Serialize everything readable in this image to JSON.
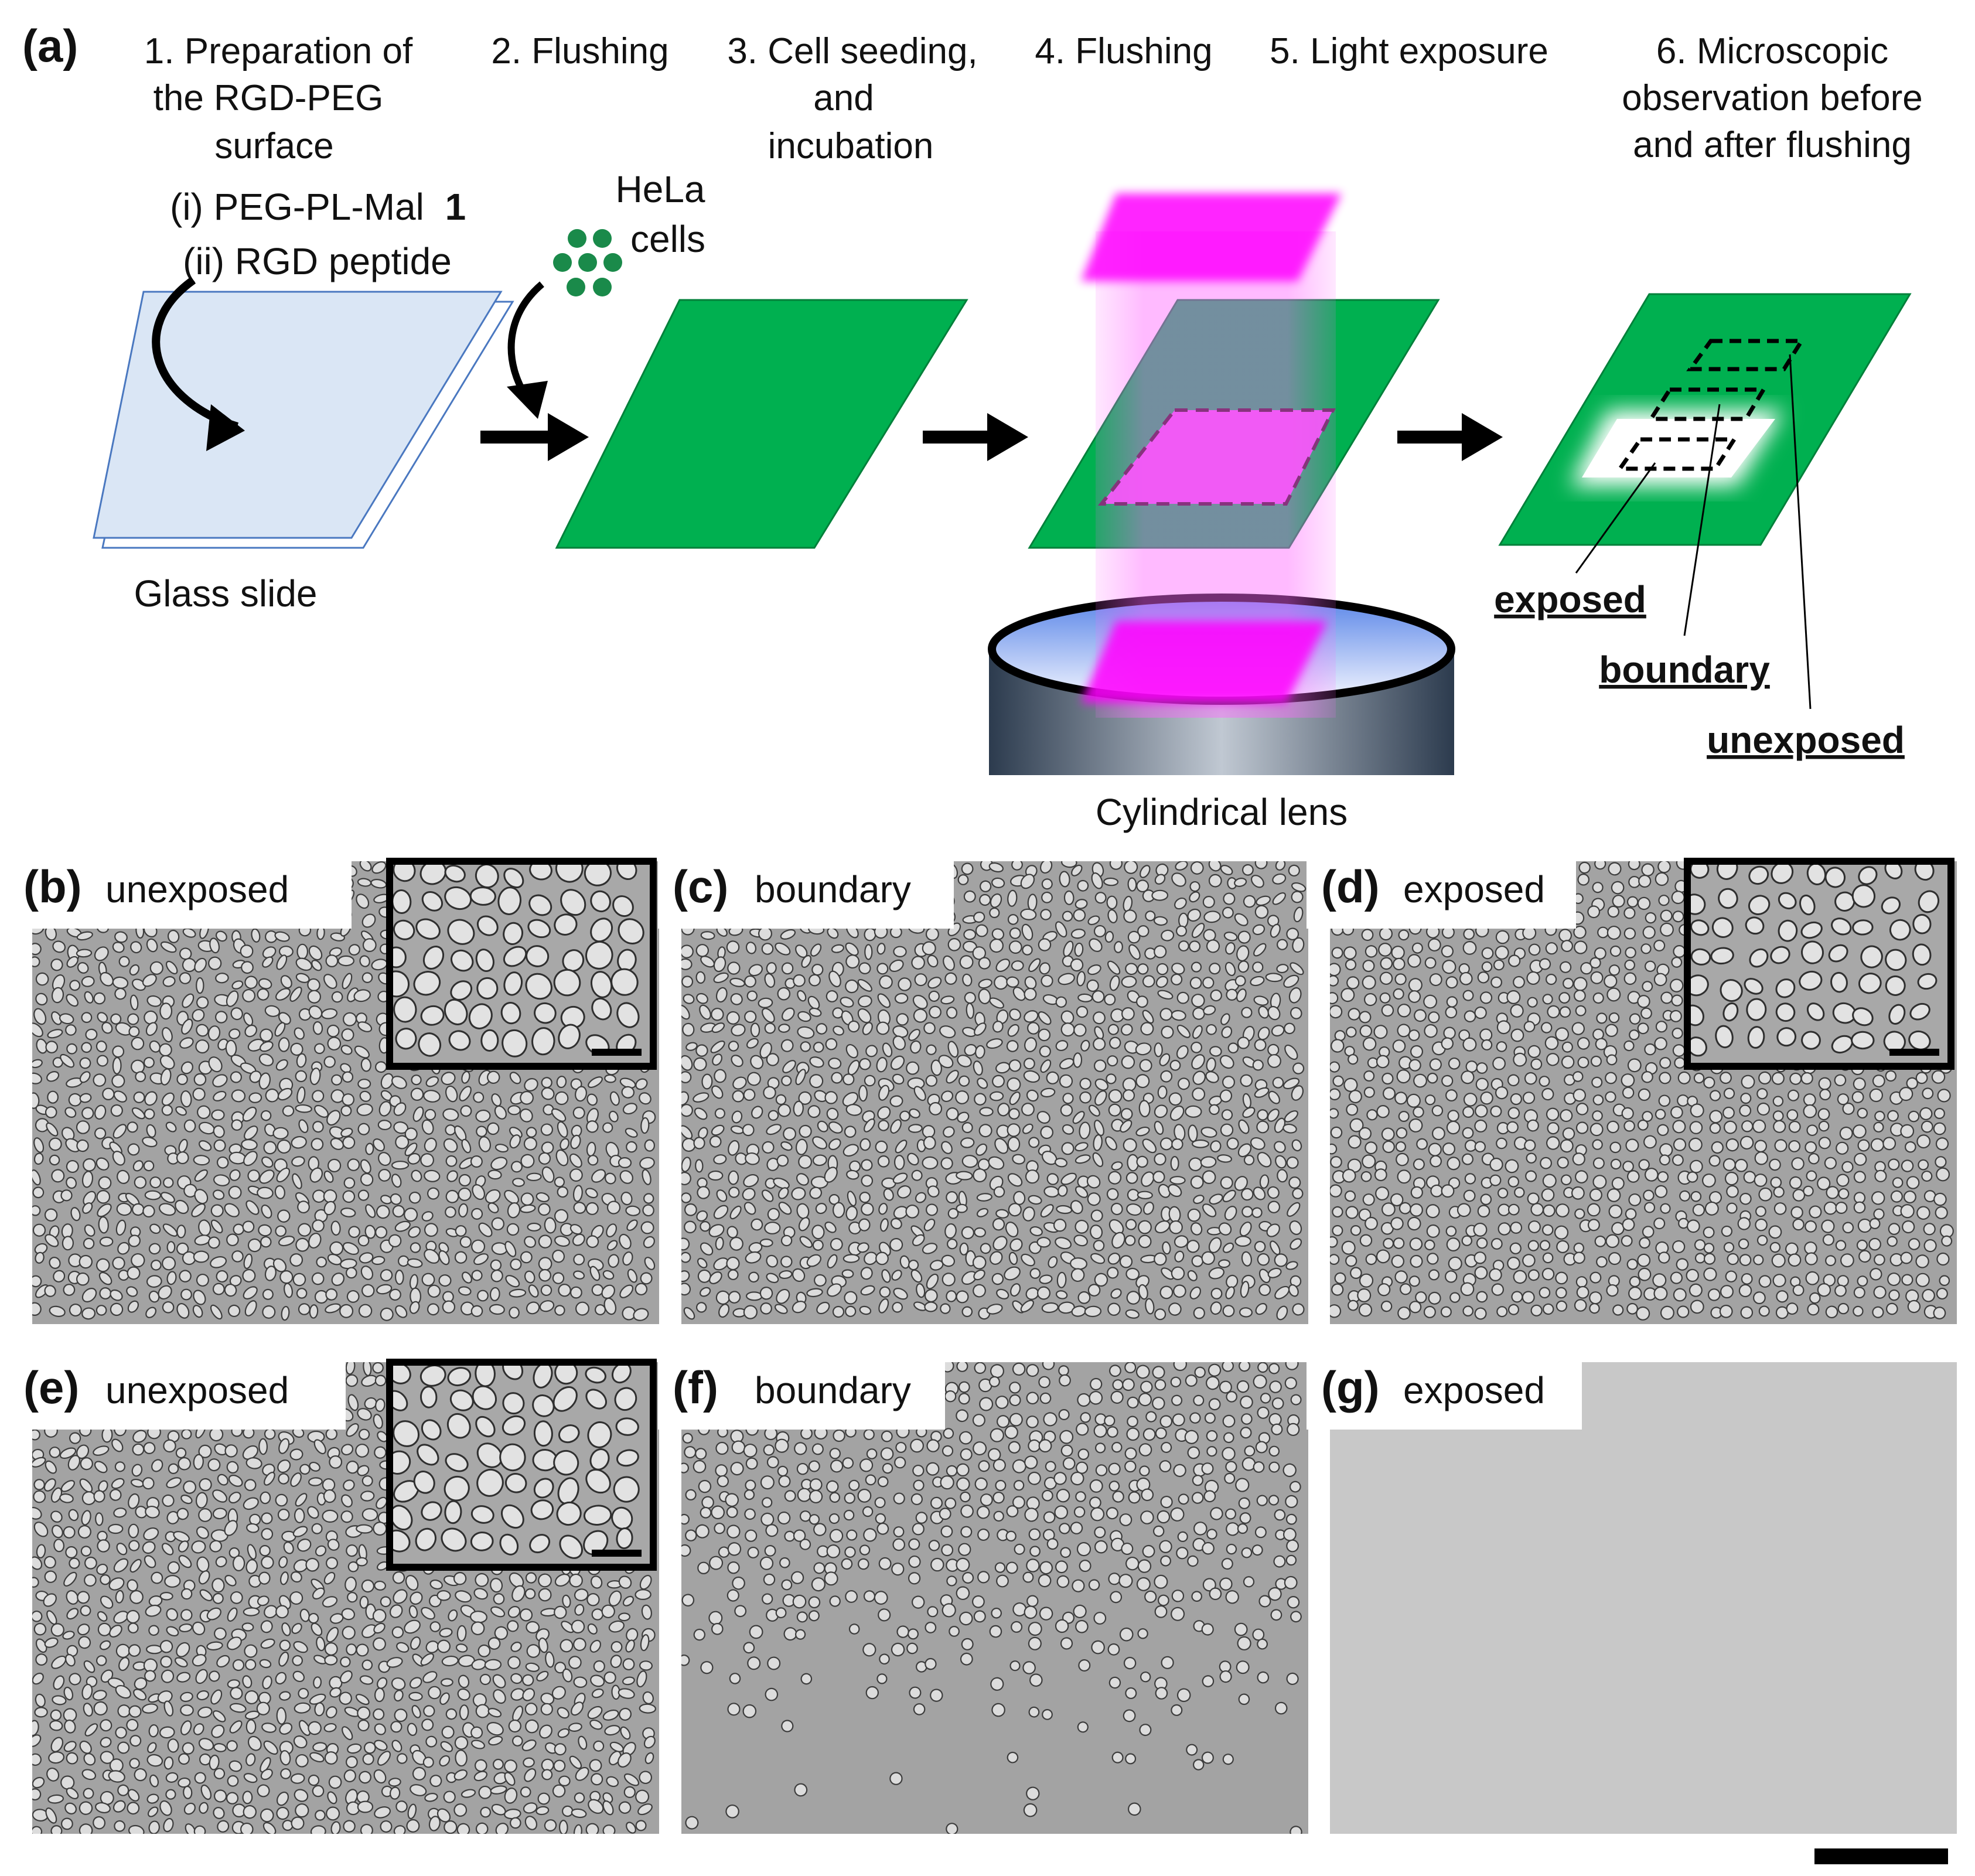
{
  "schematic": {
    "panel_label": "(a)",
    "steps": [
      {
        "lines": [
          "1. Preparation of",
          "the RGD-PEG",
          "surface"
        ]
      },
      {
        "lines": [
          "2. Flushing"
        ]
      },
      {
        "lines": [
          "3. Cell seeding,",
          "and",
          "incubation"
        ]
      },
      {
        "lines": [
          "4. Flushing"
        ]
      },
      {
        "lines": [
          "5. Light exposure"
        ]
      },
      {
        "lines": [
          "6. Microscopic",
          "observation before",
          "and after flushing"
        ]
      }
    ],
    "reagents": [
      "(i) PEG-PL-Mal",
      "1",
      "(ii) RGD peptide"
    ],
    "hela_label": [
      "HeLa",
      "cells"
    ],
    "glass_slide_label": "Glass slide",
    "lens_label": "Cylindrical lens",
    "regions": [
      "exposed",
      "boundary",
      "unexposed"
    ]
  },
  "micrographs": [
    {
      "letter": "(b)",
      "label": "unexposed",
      "density": "high",
      "inset": true
    },
    {
      "letter": "(c)",
      "label": "boundary",
      "density": "high",
      "inset": false
    },
    {
      "letter": "(d)",
      "label": "exposed",
      "density": "high-rounded",
      "inset": true
    },
    {
      "letter": "(e)",
      "label": "unexposed",
      "density": "high",
      "inset": true
    },
    {
      "letter": "(f)",
      "label": "boundary",
      "density": "gradient",
      "inset": false
    },
    {
      "letter": "(g)",
      "label": "exposed",
      "density": "none",
      "inset": false
    }
  ],
  "colors": {
    "green_substrate": "#00b050",
    "glass": "#dae6f5",
    "glass_edge": "#4a78c0",
    "magenta_light": "#ff00ff",
    "cell_dot": "#1a8a4a",
    "micrograph_bg": "#9a9a9a"
  }
}
